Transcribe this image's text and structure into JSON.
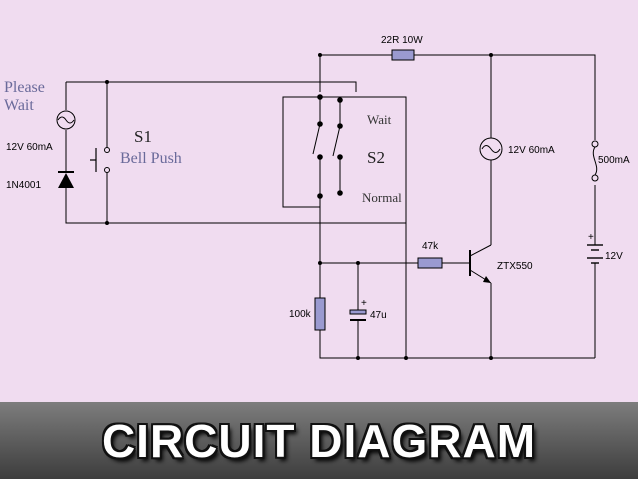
{
  "diagram": {
    "labels": {
      "please": "Please",
      "wait_left": "Wait",
      "lamp1": "12V 60mA",
      "diode": "1N4001",
      "s1": "S1",
      "bell_push": "Bell Push",
      "resistor_top": "22R 10W",
      "wait_right": "Wait",
      "s2": "S2",
      "normal": "Normal",
      "lamp2": "12V 60mA",
      "fuse": "500mA",
      "battery": "12V",
      "r_base": "47k",
      "transistor": "ZTX550",
      "r_low": "100k",
      "cap": "47u"
    },
    "colors": {
      "background": "#f0dcf0",
      "component_fill": "#9a9ad0"
    }
  },
  "footer": {
    "title": "CIRCUIT DIAGRAM"
  }
}
